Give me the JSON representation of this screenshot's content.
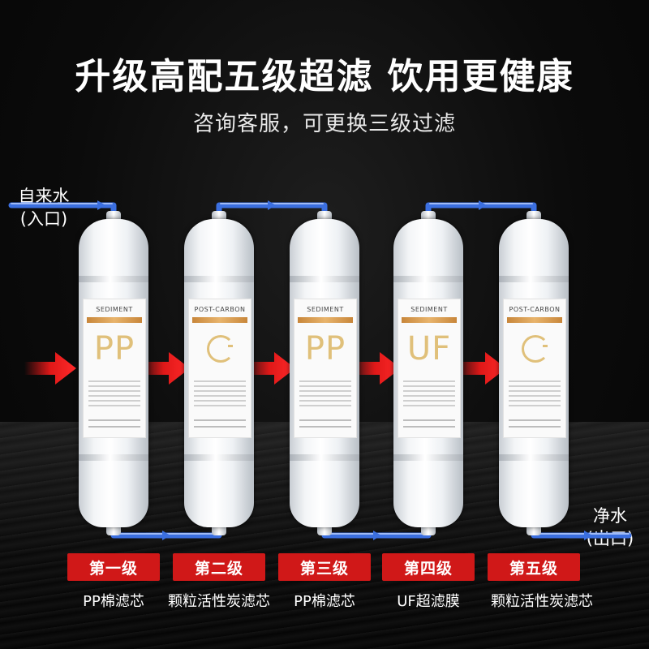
{
  "headline": "升级高配五级超滤  饮用更健康",
  "subline": "咨询客服，可更换三级过滤",
  "inlet": {
    "line1": "自来水",
    "line2": "(入口)"
  },
  "outlet": {
    "line1": "净水",
    "line2": "(出口)"
  },
  "colors": {
    "stage_badge": "#d01818",
    "pipe": "#3b6fe0",
    "arrow": "#e01818",
    "label_gold": "#e0c07a"
  },
  "cartridges": [
    {
      "category": "SEDIMENT",
      "mark": "PP",
      "icon": ""
    },
    {
      "category": "POST-CARBON",
      "mark": "",
      "icon": "carbon-ring-icon"
    },
    {
      "category": "SEDIMENT",
      "mark": "PP",
      "icon": ""
    },
    {
      "category": "SEDIMENT",
      "mark": "UF",
      "icon": ""
    },
    {
      "category": "POST-CARBON",
      "mark": "",
      "icon": "carbon-ring-icon"
    }
  ],
  "stages": [
    {
      "badge": "第一级",
      "desc": "PP棉滤芯"
    },
    {
      "badge": "第二级",
      "desc": "颗粒活性炭滤芯"
    },
    {
      "badge": "第三级",
      "desc": "PP棉滤芯"
    },
    {
      "badge": "第四级",
      "desc": "UF超滤膜"
    },
    {
      "badge": "第五级",
      "desc": "颗粒活性炭滤芯"
    }
  ]
}
